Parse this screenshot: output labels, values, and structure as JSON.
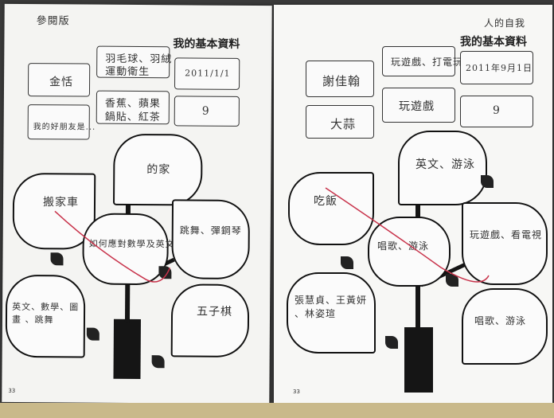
{
  "left_sheet": {
    "title": "我的基本資料",
    "top_note": "參閱版",
    "name": "金恬",
    "hobby_line1": "羽毛球、羽絨",
    "hobby_line2": "運動衛生",
    "food_line1": "香蕉、蘋果",
    "food_line2": "鍋貼、紅茶",
    "birthday": "2011/1/1",
    "age": "9",
    "favorite_note": "我的好朋友是...",
    "leaf_top": "的家",
    "leaf_left": "搬家車",
    "leaf_center": "如何應對數學及英文",
    "leaf_right": "跳舞、彈鋼琴",
    "leaf_bottom_left": "英文、數學、圖畫 、跳舞",
    "leaf_bottom_right": "五子棋",
    "page_num": "33"
  },
  "right_sheet": {
    "title": "我的基本資料",
    "top_note": "人的自我",
    "name": "謝佳翰",
    "hobby": "玩遊戲、打電玩",
    "food": "玩遊戲",
    "birthday": "2011年9月1日",
    "age": "9",
    "favorite": "大蒜",
    "leaf_top": "英文、游泳",
    "leaf_left": "吃飯",
    "leaf_center": "唱歌、游泳",
    "leaf_right": "玩遊戲、看電視",
    "leaf_bottom_left": "張慧貞、王黃妍 、林姿瑄",
    "leaf_bottom_right": "唱歌、游泳",
    "page_num": "33"
  }
}
